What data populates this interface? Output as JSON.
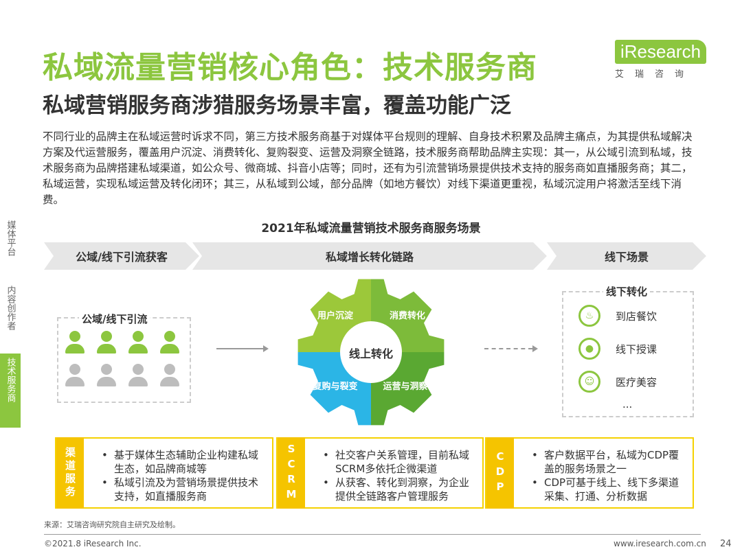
{
  "header": {
    "title": "私域流量营销核心角色：技术服务商",
    "subtitle": "私域营销服务商涉猎服务场景丰富，覆盖功能广泛"
  },
  "logo": {
    "brand": "iResearch",
    "cn": "艾瑞咨询"
  },
  "body": "不同行业的品牌主在私域运营时诉求不同，第三方技术服务商基于对媒体平台规则的理解、自身技术积累及品牌主痛点，为其提供私域解决方案及代运营服务，覆盖用户沉淀、消费转化、复购裂变、运营及洞察全链路，技术服务商帮助品牌主实现：其一，从公域引流到私域，技术服务商为品牌搭建私域渠道，如公众号、微商城、抖音小店等；同时，还有为引流营销场景提供技术支持的服务商如直播服务商；其二，私域运营，实现私域运营及转化闭环；其三，从私域到公域，部分品牌（如地方餐饮）对线下渠道更重视，私域沉淀用户将激活至线下消费。",
  "sidebar": {
    "items": [
      {
        "label": "媒体平台",
        "active": false
      },
      {
        "label": "内容创作者",
        "active": false
      },
      {
        "label": "技术服务商",
        "active": true
      }
    ]
  },
  "chart_title": "2021年私域流量营销技术服务商服务场景",
  "stages": [
    "公域/线下引流获客",
    "私域增长转化链路",
    "线下场景"
  ],
  "left_group": {
    "title": "公域/线下引流"
  },
  "gear": {
    "center": "线上转化",
    "pieces": [
      {
        "label": "用户沉淀",
        "color": "#9cc83a"
      },
      {
        "label": "消费转化",
        "color": "#7dbb3a"
      },
      {
        "label": "复购与裂变",
        "color": "#2bb5e6"
      },
      {
        "label": "运营与洞察",
        "color": "#5aa832"
      }
    ]
  },
  "offline": {
    "title": "线下转化",
    "items": [
      {
        "icon": "dining-icon",
        "label": "到店餐饮"
      },
      {
        "icon": "teacher-icon",
        "label": "线下授课"
      },
      {
        "icon": "face-icon",
        "label": "医疗美容"
      }
    ],
    "more": "..."
  },
  "cards": [
    {
      "tag": "渠道服务",
      "bullets": [
        "基于媒体生态辅助企业构建私域生态，如品牌商城等",
        "私域引流及为营销场景提供技术支持，如直播服务商"
      ]
    },
    {
      "tag": "SCRM",
      "bullets": [
        "社交客户关系管理，目前私域SCRM多依托企微渠道",
        "从获客、转化到洞察，为企业提供全链路客户管理服务"
      ]
    },
    {
      "tag": "CDP",
      "bullets": [
        "客户数据平台，私域为CDP覆盖的服务场景之一",
        "CDP可基于线上、线下多渠道采集、打通、分析数据"
      ]
    }
  ],
  "colors": {
    "accent": "#8cc63f",
    "card_tag": "#f5c400"
  },
  "source": "来源：艾瑞咨询研究院自主研究及绘制。",
  "footer": {
    "copyright": "©2021.8 iResearch Inc.",
    "url": "www.iresearch.com.cn",
    "page": "24"
  }
}
